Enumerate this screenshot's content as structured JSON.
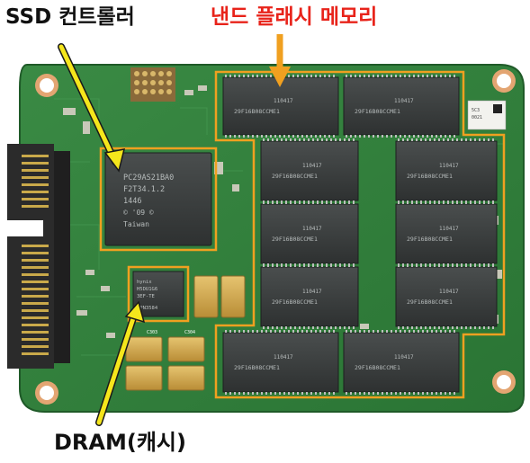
{
  "labels": {
    "controller": "SSD 컨트롤러",
    "nand": "낸드 플래시 메모리",
    "dram": "DRAM(캐시)"
  },
  "chips": {
    "controller_lines": [
      "PC29AS21BA0",
      "F2T34.1.2",
      "1446",
      "©  '09  ©",
      "Taiwan"
    ],
    "nand_top_line": "110417",
    "nand_bottom_line": "29F16B08CCME1",
    "dram_lines": [
      "hynix",
      "H5DU1G6",
      "3EF-TE",
      "JPN3584"
    ],
    "cap_labels": [
      "C303",
      "C304"
    ],
    "sticker_lines": [
      "5C3",
      "0021"
    ]
  },
  "colors": {
    "board": "#2f7d3a",
    "board_dark": "#235f2c",
    "highlight_orange": "#f0a020",
    "arrow_yellow": "#f5e61c",
    "text_red": "#e8231a",
    "chip": "#3a3d3d",
    "connector_gold": "#c9a94a",
    "capacitor": "#d8b25a"
  }
}
